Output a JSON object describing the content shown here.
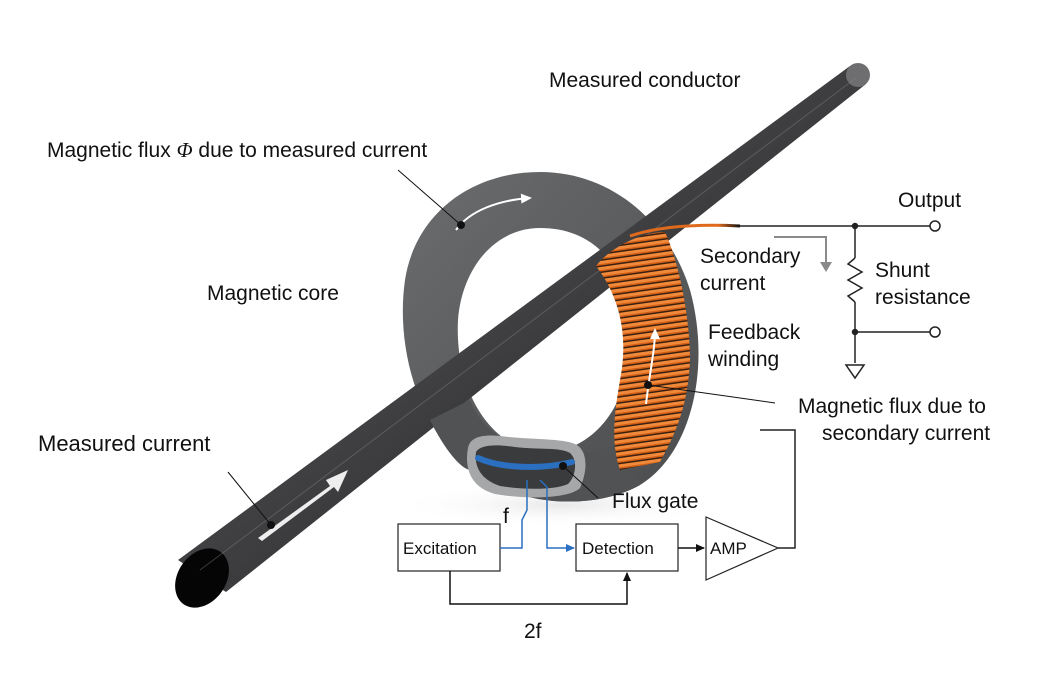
{
  "labels": {
    "measured_conductor": "Measured conductor",
    "magnetic_flux_measured_pre": "Magnetic flux ",
    "magnetic_flux_symbol": "Φ",
    "magnetic_flux_measured_post": " due to measured current",
    "magnetic_core": "Magnetic core",
    "measured_current": "Measured current",
    "output": "Output",
    "secondary_current_line1": "Secondary",
    "secondary_current_line2": "current",
    "shunt_line1": "Shunt",
    "shunt_line2": "resistance",
    "feedback_line1": "Feedback",
    "feedback_line2": "winding",
    "flux_secondary_line1": "Magnetic flux due to",
    "flux_secondary_line2": "secondary current",
    "flux_gate": "Flux gate",
    "freq_f": "f",
    "freq_2f": "2f"
  },
  "blocks": {
    "excitation": "Excitation",
    "detection": "Detection",
    "amp": "AMP"
  },
  "colors": {
    "core": "#5a5c5e",
    "conductor": "#3c3c3e",
    "winding": "#e06a1c",
    "fluxgate": "#2a6fc0",
    "signal_blue": "#2a6fc0",
    "wire": "#222222",
    "arrow_gray": "#8a8a8a"
  }
}
